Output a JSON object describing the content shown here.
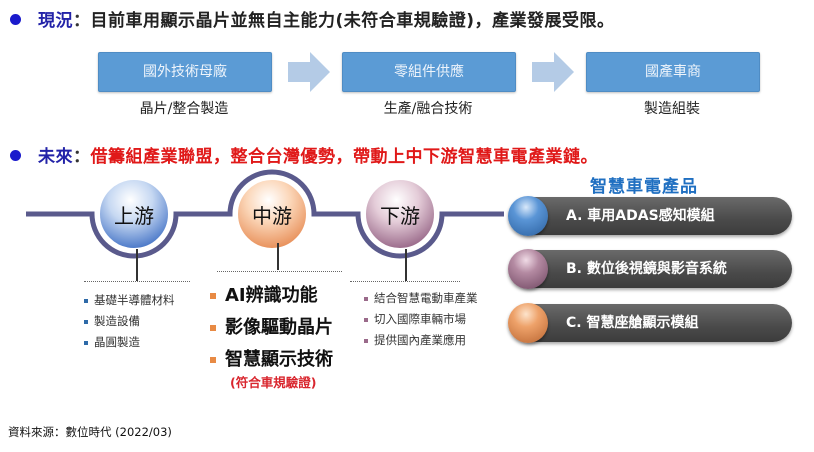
{
  "current": {
    "key": "現況",
    "colon": "：",
    "text": "目前車用顯示晶片並無自主能力(未符合車規驗證)，產業發展受限。",
    "flow": [
      {
        "box": "國外技術母廠",
        "caption": "晶片/整合製造"
      },
      {
        "box": "零組件供應",
        "caption": "生產/融合技術"
      },
      {
        "box": "國產車商",
        "caption": "製造組裝"
      }
    ]
  },
  "future": {
    "key": "未來",
    "colon": "：",
    "text": "借籌組產業聯盟，整合台灣優勢，帶動上中下游智慧車電產業鏈。",
    "stages": [
      {
        "label": "上游",
        "items": [
          "基礎半導體材料",
          "製造設備",
          "晶圓製造"
        ]
      },
      {
        "label": "中游",
        "items": [
          "AI辨識功能",
          "影像驅動晶片",
          "智慧顯示技術"
        ],
        "note": "(符合車規驗證)"
      },
      {
        "label": "下游",
        "items": [
          "結合智慧電動車產業",
          "切入國際車輛市場",
          "提供國內產業應用"
        ]
      }
    ],
    "products": {
      "title": "智慧車電產品",
      "items": [
        {
          "label": "A. 車用ADAS感知模組",
          "color": "#3b7cc4"
        },
        {
          "label": "B. 數位後視鏡與影音系統",
          "color": "#9a6a8a"
        },
        {
          "label": "C. 智慧座艙顯示模組",
          "color": "#e0905a"
        }
      ]
    }
  },
  "source": "資料來源：數位時代 (2022/03)",
  "colors": {
    "bullet": "#1a1acc",
    "heading_key": "#2323a8",
    "future_text": "#e01919",
    "flow_box": "#5b9bd5",
    "flow_arrow": "#b4cbe6",
    "timeline": "#5a5a8c",
    "product_title": "#1f6fc1"
  }
}
